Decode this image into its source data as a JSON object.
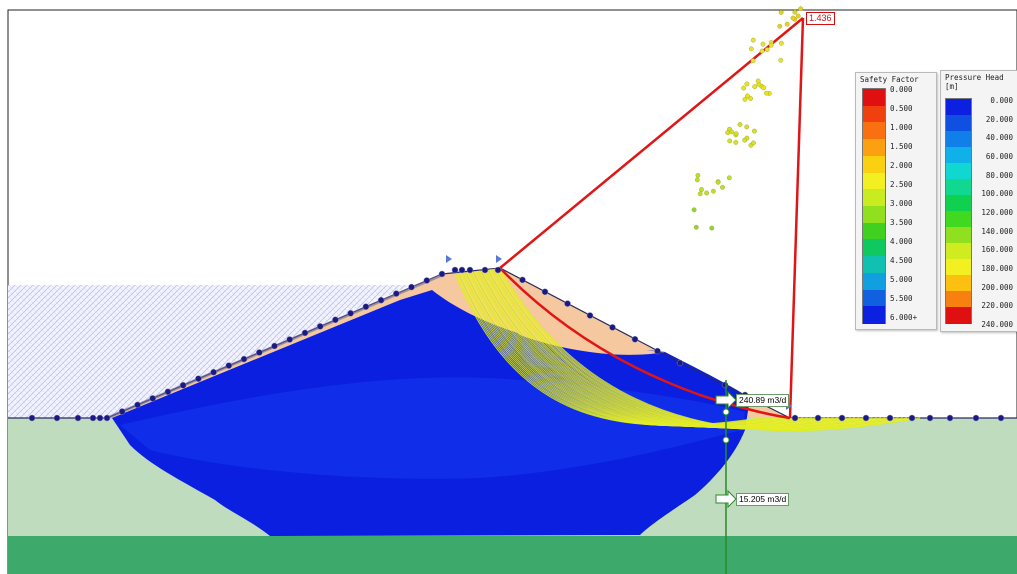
{
  "critical_fs": "1.436",
  "flux_upper": "240.89 m3/d",
  "flux_lower": "15.205 m3/d",
  "safety_legend": {
    "title": "Safety Factor",
    "labels": [
      "0.000",
      "0.500",
      "1.000",
      "1.500",
      "2.000",
      "2.500",
      "3.000",
      "3.500",
      "4.000",
      "4.500",
      "5.000",
      "5.500",
      "6.000+"
    ]
  },
  "pressure_legend": {
    "title": "Pressure Head\n[m]",
    "labels": [
      "0.000",
      "20.000",
      "40.000",
      "60.000",
      "80.000",
      "100.000",
      "120.000",
      "140.000",
      "160.000",
      "180.000",
      "200.000",
      "220.000",
      "240.000"
    ]
  },
  "colors": {
    "slip_red": "#e01515",
    "water_blue": "#0b1fe0",
    "soil_peach": "#f5c8a0",
    "foundation_light": "#bfdcbf",
    "foundation_dark": "#3daa6c",
    "phreatic_line": "#1a1a80",
    "slip_yellow": "#e6f01c",
    "flux_green": "#2a8a2a"
  }
}
